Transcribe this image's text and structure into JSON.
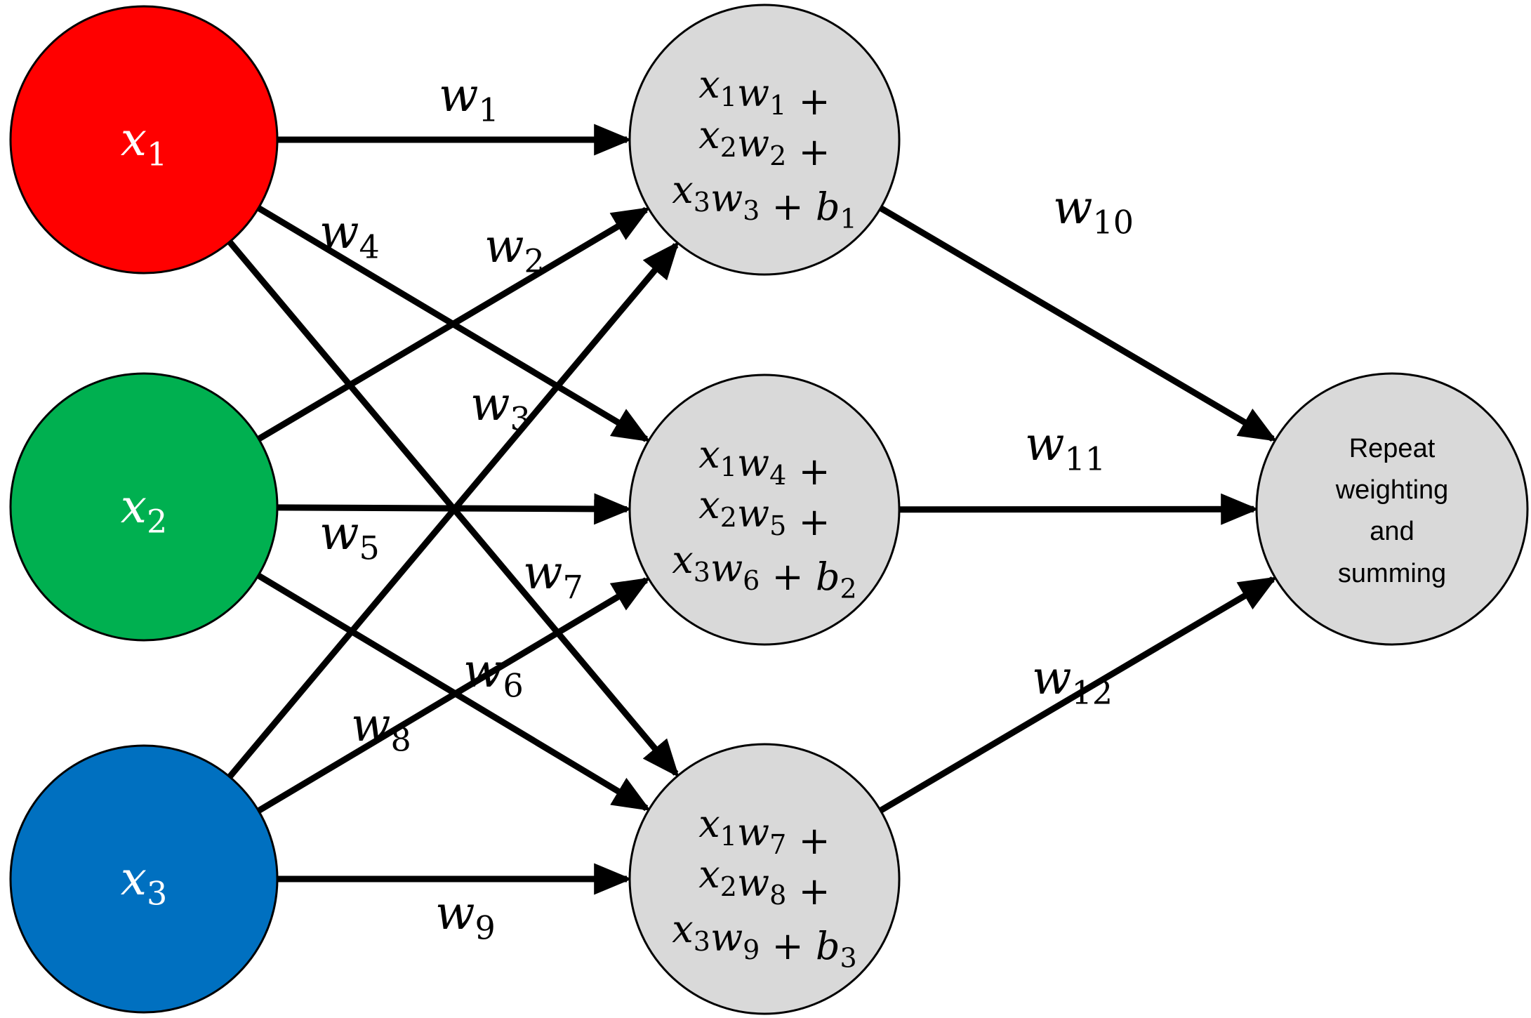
{
  "colors": {
    "input_1": "#ff0000",
    "input_2": "#00b050",
    "input_3": "#0070c0",
    "hidden": "#d9d9d9",
    "output": "#d9d9d9",
    "stroke": "#000000"
  },
  "inputs": [
    {
      "sym": "x",
      "sub": "1"
    },
    {
      "sym": "x",
      "sub": "2"
    },
    {
      "sym": "x",
      "sub": "3"
    }
  ],
  "hidden": [
    {
      "lines": [
        [
          {
            "s": "x",
            "sub": "1"
          },
          {
            "s": "w",
            "sub": "1"
          },
          {
            "op": " +"
          }
        ],
        [
          {
            "s": "x",
            "sub": "2"
          },
          {
            "s": "w",
            "sub": "2"
          },
          {
            "op": " +"
          }
        ],
        [
          {
            "s": "x",
            "sub": "3"
          },
          {
            "s": "w",
            "sub": "3"
          },
          {
            "op": " + "
          },
          {
            "s": "b",
            "sub": "1"
          }
        ]
      ]
    },
    {
      "lines": [
        [
          {
            "s": "x",
            "sub": "1"
          },
          {
            "s": "w",
            "sub": "4"
          },
          {
            "op": " +"
          }
        ],
        [
          {
            "s": "x",
            "sub": "2"
          },
          {
            "s": "w",
            "sub": "5"
          },
          {
            "op": " +"
          }
        ],
        [
          {
            "s": "x",
            "sub": "3"
          },
          {
            "s": "w",
            "sub": "6"
          },
          {
            "op": " + "
          },
          {
            "s": "b",
            "sub": "2"
          }
        ]
      ]
    },
    {
      "lines": [
        [
          {
            "s": "x",
            "sub": "1"
          },
          {
            "s": "w",
            "sub": "7"
          },
          {
            "op": " +"
          }
        ],
        [
          {
            "s": "x",
            "sub": "2"
          },
          {
            "s": "w",
            "sub": "8"
          },
          {
            "op": " +"
          }
        ],
        [
          {
            "s": "x",
            "sub": "3"
          },
          {
            "s": "w",
            "sub": "9"
          },
          {
            "op": " + "
          },
          {
            "s": "b",
            "sub": "3"
          }
        ]
      ]
    }
  ],
  "output": {
    "lines": [
      "Repeat",
      "weighting",
      "and",
      "summing"
    ]
  },
  "weights": [
    {
      "sym": "w",
      "sub": "1"
    },
    {
      "sym": "w",
      "sub": "2"
    },
    {
      "sym": "w",
      "sub": "3"
    },
    {
      "sym": "w",
      "sub": "4"
    },
    {
      "sym": "w",
      "sub": "5"
    },
    {
      "sym": "w",
      "sub": "6"
    },
    {
      "sym": "w",
      "sub": "7"
    },
    {
      "sym": "w",
      "sub": "8"
    },
    {
      "sym": "w",
      "sub": "9"
    },
    {
      "sym": "w",
      "sub": "10"
    },
    {
      "sym": "w",
      "sub": "11"
    },
    {
      "sym": "w",
      "sub": "12"
    }
  ]
}
